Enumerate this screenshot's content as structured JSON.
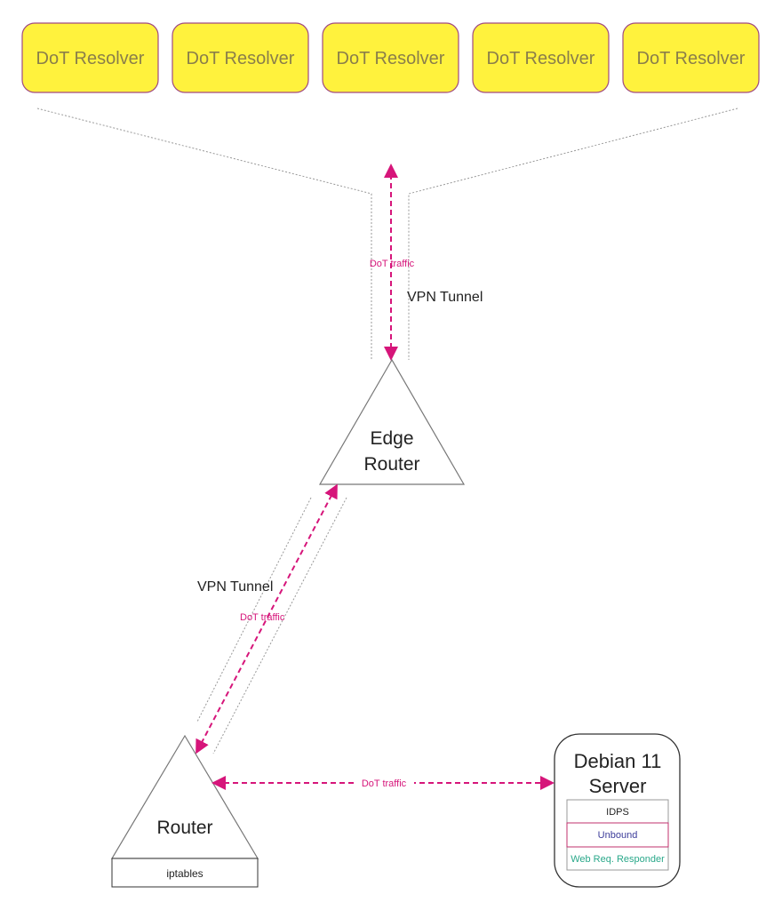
{
  "resolvers": [
    "DoT Resolver",
    "DoT Resolver",
    "DoT Resolver",
    "DoT Resolver",
    "DoT Resolver"
  ],
  "edge_router": {
    "line1": "Edge",
    "line2": "Router"
  },
  "router": {
    "label": "Router",
    "firewall": "iptables"
  },
  "server": {
    "line1": "Debian 11",
    "line2": "Server",
    "modules": [
      "IDPS",
      "Unbound",
      "Web Req. Responder"
    ]
  },
  "labels": {
    "vpn_top": "VPN Tunnel",
    "dot_top": "DoT traffic",
    "vpn_mid": "VPN Tunnel",
    "dot_mid": "DoT traffic",
    "dot_bottom": "DoT traffic"
  },
  "colors": {
    "resolver_fill": "#fff23d",
    "resolver_stroke": "#a04a80",
    "resolver_text": "#8a7e4a",
    "traffic": "#d6157a",
    "unbound_text": "#3c3c9a",
    "responder_text": "#2aa88a"
  }
}
